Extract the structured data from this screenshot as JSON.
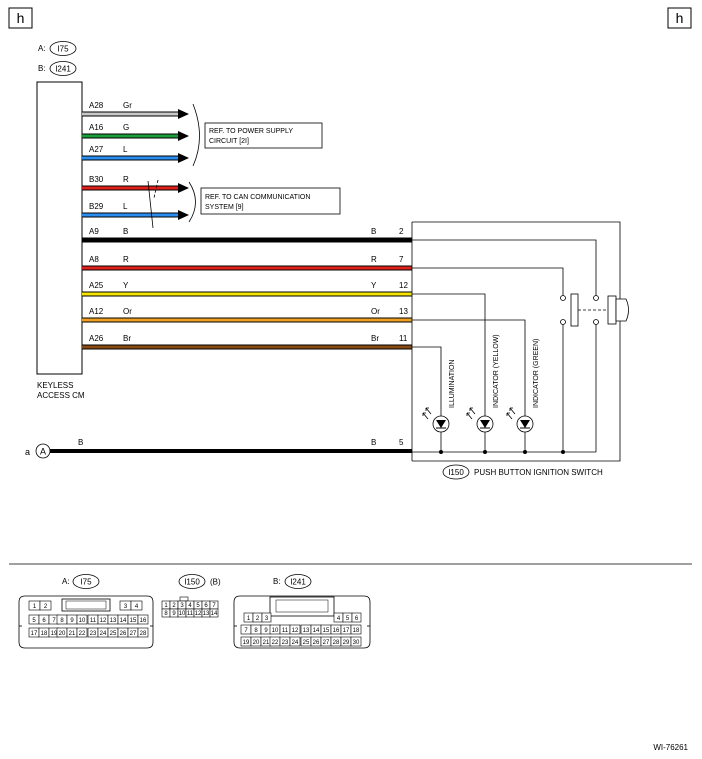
{
  "page_marker_left": "h",
  "page_marker_right": "h",
  "connector_labels": {
    "a_prefix": "A:",
    "a_id": "I75",
    "b_prefix": "B:",
    "b_id": "I241"
  },
  "module_name_line1": "KEYLESS",
  "module_name_line2": "ACCESS CM",
  "wires": [
    {
      "pin": "A28",
      "color_code": "Gr",
      "color": "#c8c8c8",
      "dest_pin": ""
    },
    {
      "pin": "A16",
      "color_code": "G",
      "color": "#1a9e3a",
      "dest_pin": ""
    },
    {
      "pin": "A27",
      "color_code": "L",
      "color": "#2a8df0",
      "dest_pin": ""
    },
    {
      "pin": "B30",
      "color_code": "R",
      "color": "#e0201a",
      "dest_pin": ""
    },
    {
      "pin": "B29",
      "color_code": "L",
      "color": "#2a8df0",
      "dest_pin": ""
    },
    {
      "pin": "A9",
      "color_code": "B",
      "color": "#000000",
      "dest_pin": "2"
    },
    {
      "pin": "A8",
      "color_code": "R",
      "color": "#e0201a",
      "dest_pin": "7"
    },
    {
      "pin": "A25",
      "color_code": "Y",
      "color": "#f5e400",
      "dest_pin": "12"
    },
    {
      "pin": "A12",
      "color_code": "Or",
      "color": "#f0a020",
      "dest_pin": "13"
    },
    {
      "pin": "A26",
      "color_code": "Br",
      "color": "#8a4a14",
      "dest_pin": "11"
    }
  ],
  "ground_wire": {
    "prefix": "a",
    "circle_label": "A",
    "color_code": "B",
    "dest_pin": "5"
  },
  "ref_power": {
    "line1": "REF. TO POWER SUPPLY",
    "line2": "CIRCUIT [2I]"
  },
  "ref_can": {
    "line1": "REF. TO CAN COMMUNICATION",
    "line2": "SYSTEM [9]"
  },
  "leds": [
    "ILLUMINATION",
    "INDICATOR (YELLOW)",
    "INDICATOR (GREEN)"
  ],
  "switch": {
    "id": "I150",
    "name": "PUSH BUTTON IGNITION SWITCH"
  },
  "connectors": {
    "i75": {
      "label_prefix": "A:",
      "id": "I75",
      "row1": [
        "1",
        "2",
        "3",
        "4"
      ],
      "row2": [
        "5",
        "6",
        "7",
        "8",
        "9",
        "10",
        "11",
        "12",
        "13",
        "14",
        "15",
        "16"
      ],
      "row3": [
        "17",
        "18",
        "19",
        "20",
        "21",
        "22",
        "23",
        "24",
        "25",
        "26",
        "27",
        "28"
      ]
    },
    "i150": {
      "id": "I150",
      "suffix": "(B)",
      "row1": [
        "1",
        "2",
        "3",
        "4",
        "5",
        "6",
        "7"
      ],
      "row2": [
        "8",
        "9",
        "10",
        "11",
        "12",
        "13",
        "14"
      ]
    },
    "i241": {
      "label_prefix": "B:",
      "id": "I241",
      "row1": [
        "1",
        "2",
        "3",
        "4",
        "5",
        "6"
      ],
      "row2": [
        "7",
        "8",
        "9",
        "10",
        "11",
        "12",
        "13",
        "14",
        "15",
        "16",
        "17",
        "18"
      ],
      "row3": [
        "19",
        "20",
        "21",
        "22",
        "23",
        "24",
        "25",
        "26",
        "27",
        "28",
        "29",
        "30"
      ]
    }
  },
  "figure_code": "WI-76261"
}
